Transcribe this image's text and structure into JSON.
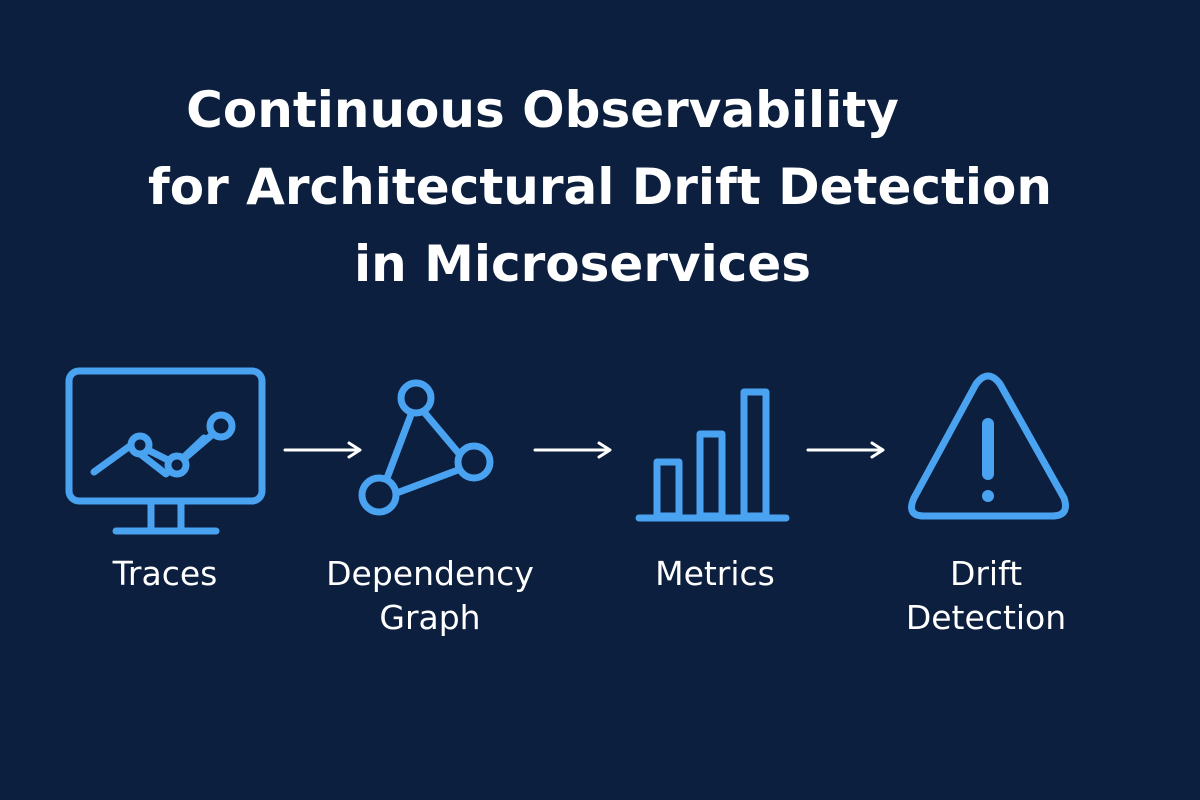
{
  "title": {
    "line1": "Continuous Observability",
    "line2": "for Architectural Drift Detection",
    "line3": "in Microservices"
  },
  "steps": [
    {
      "icon": "monitor-chart-icon",
      "label_lines": [
        "Traces"
      ]
    },
    {
      "icon": "dependency-graph-icon",
      "label_lines": [
        "Dependency",
        "Graph"
      ]
    },
    {
      "icon": "bar-chart-icon",
      "label_lines": [
        "Metrics"
      ]
    },
    {
      "icon": "warning-triangle-icon",
      "label_lines": [
        "Drift",
        "Detection"
      ]
    }
  ],
  "colors": {
    "background": "#0c1f3f",
    "icon": "#4aa3f0",
    "text": "#ffffff",
    "arrow": "#ffffff"
  }
}
